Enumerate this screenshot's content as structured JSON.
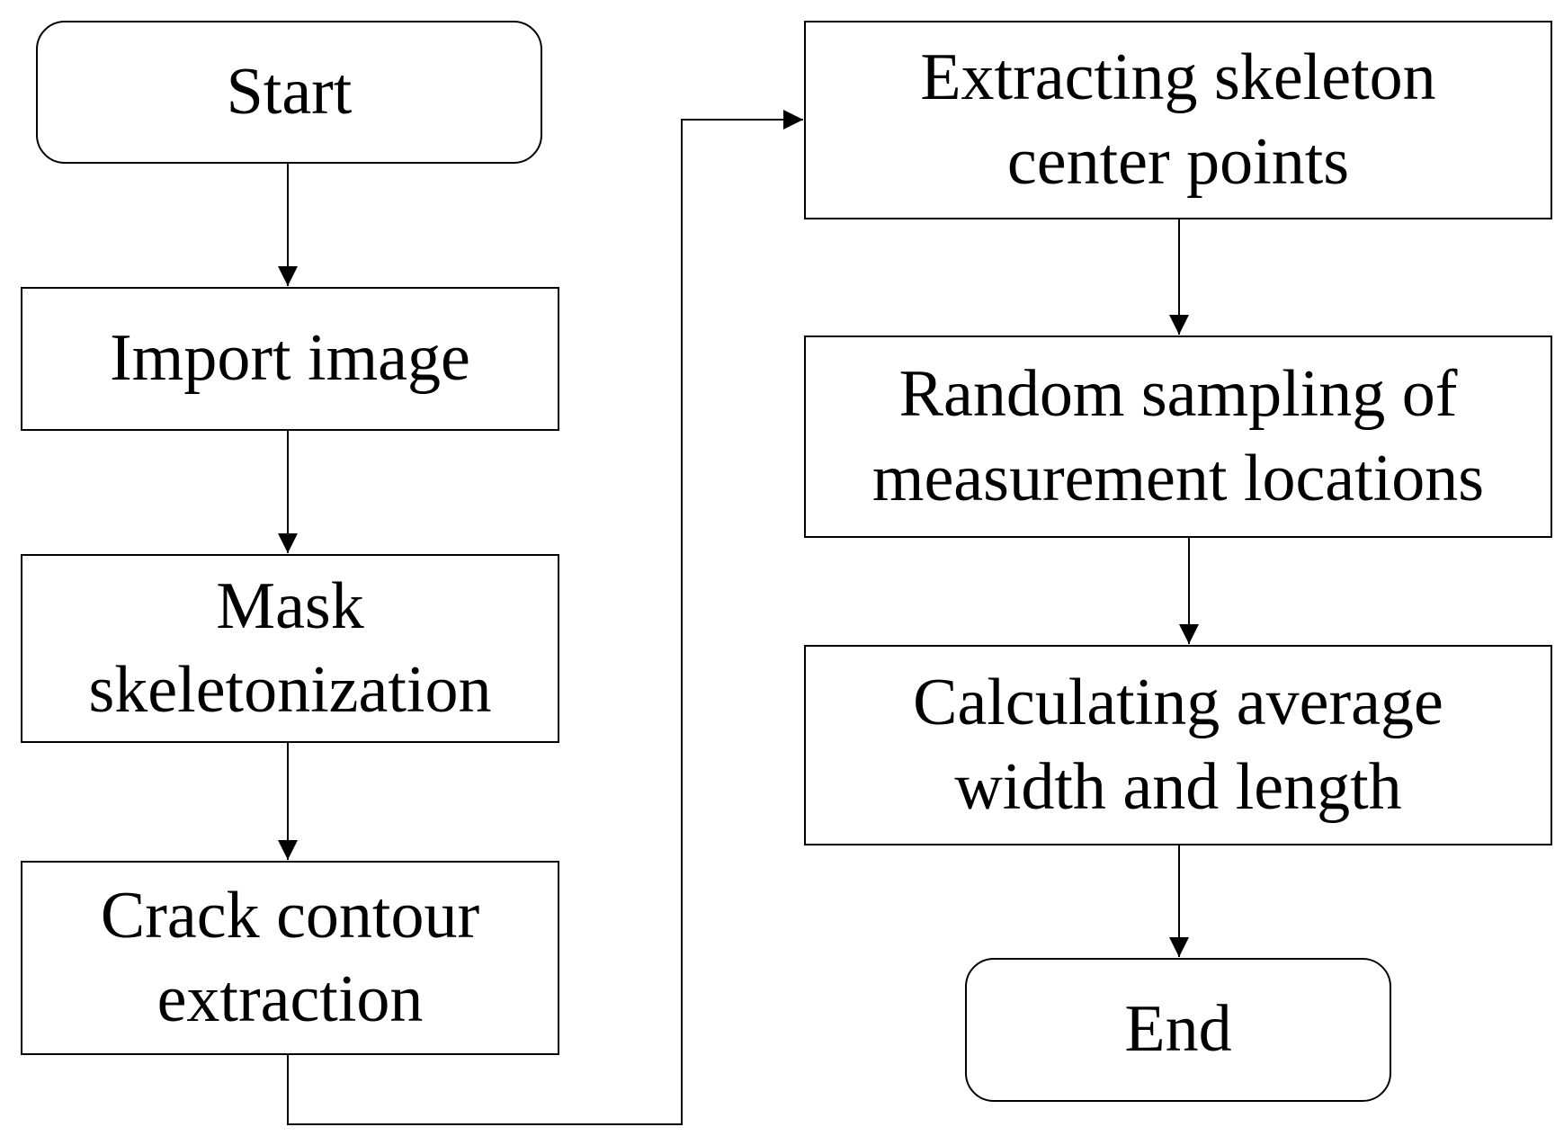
{
  "flowchart": {
    "colors": {
      "stroke": "#000000",
      "background": "#ffffff"
    },
    "nodes": {
      "start": {
        "label": "Start",
        "shape": "rounded-rectangle"
      },
      "import_image": {
        "label": "Import image",
        "shape": "rectangle"
      },
      "mask_skeletonization": {
        "label": "Mask skeletonization",
        "shape": "rectangle"
      },
      "crack_contour_extraction": {
        "label": "Crack contour extraction",
        "shape": "rectangle"
      },
      "extracting_skeleton": {
        "label": "Extracting skeleton center points",
        "shape": "rectangle"
      },
      "random_sampling": {
        "label": "Random sampling of measurement locations",
        "shape": "rectangle"
      },
      "calculating_average": {
        "label": "Calculating average width and length",
        "shape": "rectangle"
      },
      "end": {
        "label": "End",
        "shape": "rounded-rectangle"
      }
    },
    "edges": [
      {
        "from": "start",
        "to": "import_image"
      },
      {
        "from": "import_image",
        "to": "mask_skeletonization"
      },
      {
        "from": "mask_skeletonization",
        "to": "crack_contour_extraction"
      },
      {
        "from": "crack_contour_extraction",
        "to": "extracting_skeleton"
      },
      {
        "from": "extracting_skeleton",
        "to": "random_sampling"
      },
      {
        "from": "random_sampling",
        "to": "calculating_average"
      },
      {
        "from": "calculating_average",
        "to": "end"
      }
    ]
  }
}
